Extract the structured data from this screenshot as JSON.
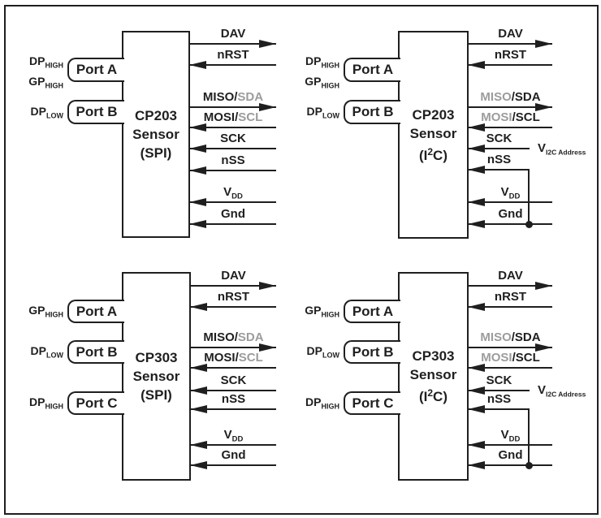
{
  "colors": {
    "ink": "#1f1f1f",
    "muted_gray": "#9c9c9c",
    "background": "#ffffff"
  },
  "blocks": [
    {
      "id": "cp203-spi",
      "title": [
        [
          {
            "t": "CP203"
          }
        ],
        [
          {
            "t": "Sensor"
          }
        ],
        [
          {
            "t": "(SPI)"
          }
        ]
      ],
      "ports": [
        {
          "label": "Port A",
          "outer": [
            [
              {
                "t": "DP"
              },
              {
                "t": "HIGH",
                "sub": true
              }
            ],
            [
              {
                "t": "GP"
              },
              {
                "t": "HIGH",
                "sub": true
              }
            ]
          ]
        },
        {
          "label": "Port B",
          "outer": [
            [
              {
                "t": "DP"
              },
              {
                "t": "LOW",
                "sub": true
              }
            ]
          ]
        }
      ],
      "signals": [
        {
          "name": "dav",
          "dir": "out",
          "parts": [
            {
              "t": "DAV"
            }
          ]
        },
        {
          "name": "nrst",
          "dir": "in",
          "parts": [
            {
              "t": "nRST"
            }
          ]
        },
        {
          "name": "miso-sda",
          "dir": "out",
          "parts": [
            {
              "t": "MISO/"
            },
            {
              "t": "SDA",
              "gray": true
            }
          ]
        },
        {
          "name": "mosi-scl",
          "dir": "in",
          "parts": [
            {
              "t": "MOSI/"
            },
            {
              "t": "SCL",
              "gray": true
            }
          ]
        },
        {
          "name": "sck",
          "dir": "in",
          "parts": [
            {
              "t": "SCK"
            }
          ]
        },
        {
          "name": "nss",
          "dir": "in",
          "parts": [
            {
              "t": "nSS"
            }
          ]
        },
        {
          "name": "vdd",
          "dir": "in",
          "parts": [
            {
              "t": "V"
            },
            {
              "t": "DD",
              "sub": true
            }
          ]
        },
        {
          "name": "gnd",
          "dir": "in",
          "parts": [
            {
              "t": "Gnd"
            }
          ]
        }
      ]
    },
    {
      "id": "cp203-i2c",
      "title": [
        [
          {
            "t": "CP203"
          }
        ],
        [
          {
            "t": "Sensor"
          }
        ],
        [
          {
            "t": "(I"
          },
          {
            "t": "2",
            "sup": true
          },
          {
            "t": "C)"
          }
        ]
      ],
      "annotation": [
        {
          "t": "V"
        },
        {
          "t": "I2C Address",
          "sub": true
        }
      ],
      "ports": [
        {
          "label": "Port A",
          "outer": [
            [
              {
                "t": "DP"
              },
              {
                "t": "HIGH",
                "sub": true
              }
            ],
            [
              {
                "t": "GP"
              },
              {
                "t": "HIGH",
                "sub": true
              }
            ]
          ]
        },
        {
          "label": "Port B",
          "outer": [
            [
              {
                "t": "DP"
              },
              {
                "t": "LOW",
                "sub": true
              }
            ]
          ]
        }
      ],
      "signals": [
        {
          "name": "dav",
          "dir": "out",
          "parts": [
            {
              "t": "DAV"
            }
          ]
        },
        {
          "name": "nrst",
          "dir": "in",
          "parts": [
            {
              "t": "nRST"
            }
          ]
        },
        {
          "name": "miso-sda",
          "dir": "out",
          "parts": [
            {
              "t": "MISO",
              "gray": true
            },
            {
              "t": "/SDA"
            }
          ]
        },
        {
          "name": "mosi-scl",
          "dir": "in",
          "parts": [
            {
              "t": "MOSI",
              "gray": true
            },
            {
              "t": "/SCL"
            }
          ]
        },
        {
          "name": "sck",
          "dir": "in",
          "parts": [
            {
              "t": "SCK"
            }
          ]
        },
        {
          "name": "nss",
          "dir": "in",
          "parts": [
            {
              "t": "nSS"
            }
          ]
        },
        {
          "name": "vdd",
          "dir": "in",
          "parts": [
            {
              "t": "V"
            },
            {
              "t": "DD",
              "sub": true
            }
          ]
        },
        {
          "name": "gnd",
          "dir": "in",
          "parts": [
            {
              "t": "Gnd"
            }
          ]
        }
      ]
    },
    {
      "id": "cp303-spi",
      "title": [
        [
          {
            "t": "CP303"
          }
        ],
        [
          {
            "t": "Sensor"
          }
        ],
        [
          {
            "t": "(SPI)"
          }
        ]
      ],
      "ports": [
        {
          "label": "Port A",
          "outer": [
            [
              {
                "t": "GP"
              },
              {
                "t": "HIGH",
                "sub": true
              }
            ]
          ]
        },
        {
          "label": "Port B",
          "outer": [
            [
              {
                "t": "DP"
              },
              {
                "t": "LOW",
                "sub": true
              }
            ]
          ]
        },
        {
          "label": "Port C",
          "outer": [
            [
              {
                "t": "DP"
              },
              {
                "t": "HIGH",
                "sub": true
              }
            ]
          ]
        }
      ],
      "signals": [
        {
          "name": "dav",
          "dir": "out",
          "parts": [
            {
              "t": "DAV"
            }
          ]
        },
        {
          "name": "nrst",
          "dir": "in",
          "parts": [
            {
              "t": "nRST"
            }
          ]
        },
        {
          "name": "miso-sda",
          "dir": "out",
          "parts": [
            {
              "t": "MISO/"
            },
            {
              "t": "SDA",
              "gray": true
            }
          ]
        },
        {
          "name": "mosi-scl",
          "dir": "in",
          "parts": [
            {
              "t": "MOSI/"
            },
            {
              "t": "SCL",
              "gray": true
            }
          ]
        },
        {
          "name": "sck",
          "dir": "in",
          "parts": [
            {
              "t": "SCK"
            }
          ]
        },
        {
          "name": "nss",
          "dir": "in",
          "parts": [
            {
              "t": "nSS"
            }
          ]
        },
        {
          "name": "vdd",
          "dir": "in",
          "parts": [
            {
              "t": "V"
            },
            {
              "t": "DD",
              "sub": true
            }
          ]
        },
        {
          "name": "gnd",
          "dir": "in",
          "parts": [
            {
              "t": "Gnd"
            }
          ]
        }
      ]
    },
    {
      "id": "cp303-i2c",
      "title": [
        [
          {
            "t": "CP303"
          }
        ],
        [
          {
            "t": "Sensor"
          }
        ],
        [
          {
            "t": "(I"
          },
          {
            "t": "2",
            "sup": true
          },
          {
            "t": "C)"
          }
        ]
      ],
      "annotation": [
        {
          "t": "V"
        },
        {
          "t": "I2C Address",
          "sub": true
        }
      ],
      "ports": [
        {
          "label": "Port A",
          "outer": [
            [
              {
                "t": "GP"
              },
              {
                "t": "HIGH",
                "sub": true
              }
            ]
          ]
        },
        {
          "label": "Port B",
          "outer": [
            [
              {
                "t": "DP"
              },
              {
                "t": "LOW",
                "sub": true
              }
            ]
          ]
        },
        {
          "label": "Port C",
          "outer": [
            [
              {
                "t": "DP"
              },
              {
                "t": "HIGH",
                "sub": true
              }
            ]
          ]
        }
      ],
      "signals": [
        {
          "name": "dav",
          "dir": "out",
          "parts": [
            {
              "t": "DAV"
            }
          ]
        },
        {
          "name": "nrst",
          "dir": "in",
          "parts": [
            {
              "t": "nRST"
            }
          ]
        },
        {
          "name": "miso-sda",
          "dir": "out",
          "parts": [
            {
              "t": "MISO",
              "gray": true
            },
            {
              "t": "/SDA"
            }
          ]
        },
        {
          "name": "mosi-scl",
          "dir": "in",
          "parts": [
            {
              "t": "MOSI",
              "gray": true
            },
            {
              "t": "/SCL"
            }
          ]
        },
        {
          "name": "sck",
          "dir": "in",
          "parts": [
            {
              "t": "SCK"
            }
          ]
        },
        {
          "name": "nss",
          "dir": "in",
          "parts": [
            {
              "t": "nSS"
            }
          ]
        },
        {
          "name": "vdd",
          "dir": "in",
          "parts": [
            {
              "t": "V"
            },
            {
              "t": "DD",
              "sub": true
            }
          ]
        },
        {
          "name": "gnd",
          "dir": "in",
          "parts": [
            {
              "t": "Gnd"
            }
          ]
        }
      ]
    }
  ]
}
